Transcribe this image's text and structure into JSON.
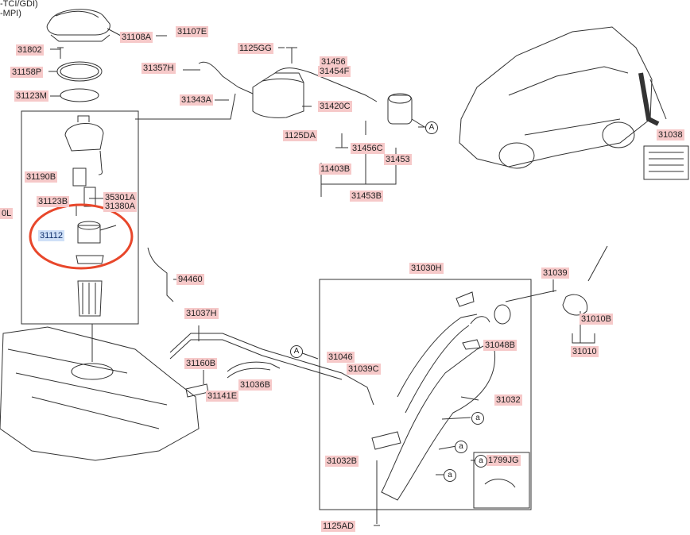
{
  "header": {
    "variant_top": "-TCI/GDI)",
    "variant_second": "-MPI)"
  },
  "labels": {
    "p31107E": "31107E",
    "p31108A": "31108A",
    "p31802": "31802",
    "p31158P": "31158P",
    "p31123M": "31123M",
    "p1125GG": "1125GG",
    "p31456": "31456",
    "p31454F": "31454F",
    "p31357H": "31357H",
    "p31343A": "31343A",
    "p31420C": "31420C",
    "p1125DA": "1125DA",
    "p31456C": "31456C",
    "p11403B": "11403B",
    "p31453": "31453",
    "p31453B": "31453B",
    "p31190B": "31190B",
    "p31123B": "31123B",
    "p35301A": "35301A",
    "p31380A": "31380A",
    "p31112": "31112",
    "p0L": "0L",
    "p94460": "94460",
    "p31037H": "31037H",
    "p31160B": "31160B",
    "p31141E": "31141E",
    "p31036B": "31036B",
    "p31030H": "31030H",
    "p31046": "31046",
    "p31039C": "31039C",
    "p31039": "31039",
    "p31048B": "31048B",
    "p31010B": "31010B",
    "p31010": "31010",
    "p31032": "31032",
    "p31032B": "31032B",
    "p1799JG": "1799JG",
    "p1125AD": "1125AD",
    "p31038": "31038"
  },
  "callouts": {
    "a_letter": "a",
    "A_letter": "A"
  },
  "colors": {
    "label_bg": "#f6c9c9",
    "selected_bg": "#cfe0f7",
    "highlight_ring": "#e8472b",
    "line": "#333333"
  }
}
